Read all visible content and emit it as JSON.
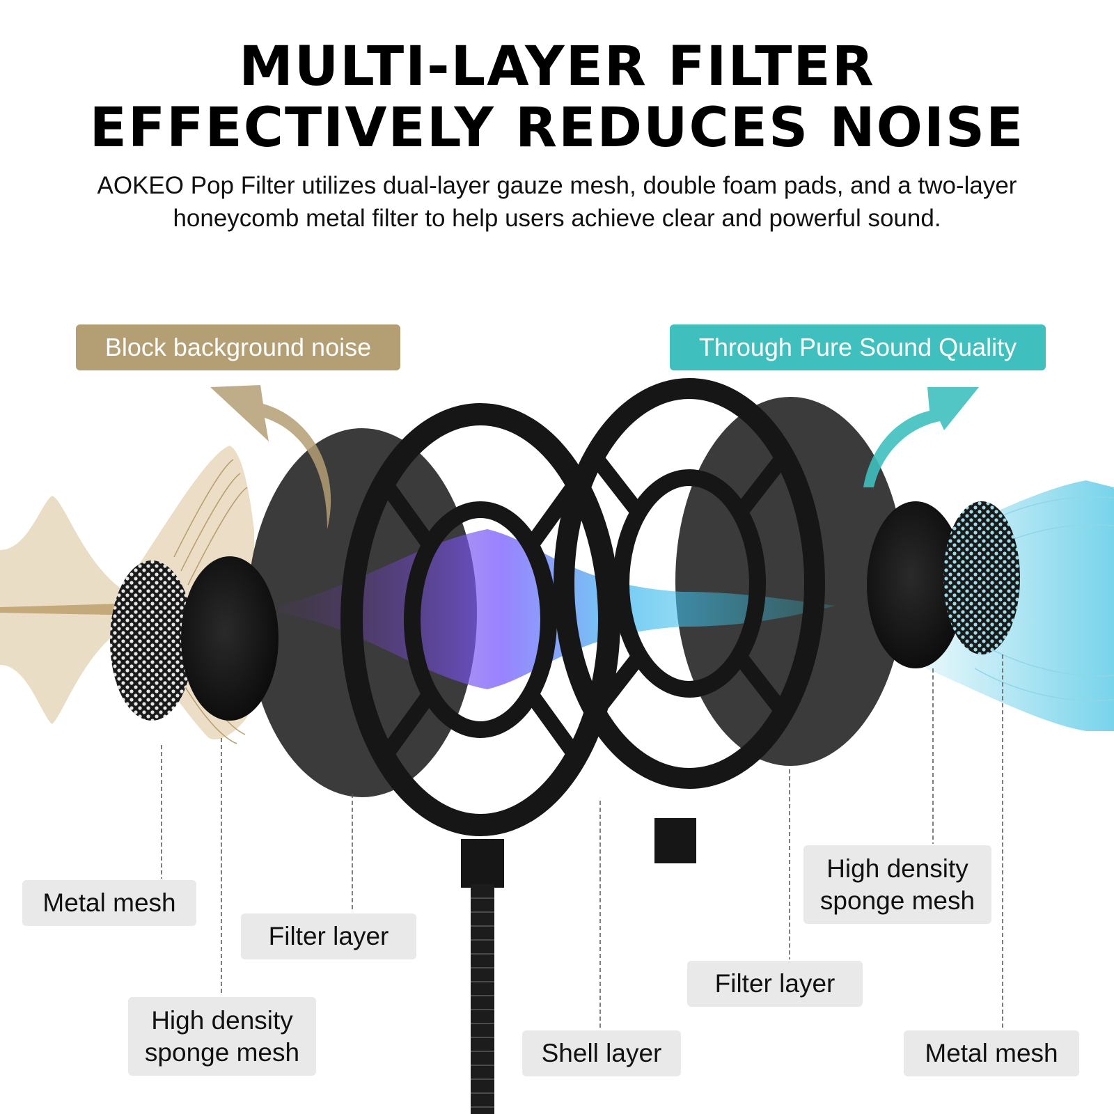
{
  "title_line1": "MULTI-LAYER FILTER",
  "title_line2": "EFFECTIVELY REDUCES NOISE",
  "subtitle_line1": "AOKEO Pop Filter utilizes dual-layer gauze mesh, double foam pads, and a two-layer",
  "subtitle_line2": "honeycomb metal filter to help users achieve clear and powerful sound.",
  "tag_left": "Block background noise",
  "tag_right": "Through Pure Sound Quality",
  "labels": {
    "metal_mesh_left": "Metal mesh",
    "filter_layer_left": "Filter layer",
    "sponge_left_line1": "High density",
    "sponge_left_line2": "sponge mesh",
    "shell_layer": "Shell layer",
    "filter_layer_right": "Filter layer",
    "sponge_right_line1": "High density",
    "sponge_right_line2": "sponge mesh",
    "metal_mesh_right": "Metal mesh"
  },
  "colors": {
    "tag_left_bg": "#b39f73",
    "tag_right_bg": "#3fc0bf",
    "noise_wave": "#d9c4a0",
    "clear_wave": "#56c9e6",
    "frame": "#161616",
    "gauze": "#2e2e2e"
  }
}
